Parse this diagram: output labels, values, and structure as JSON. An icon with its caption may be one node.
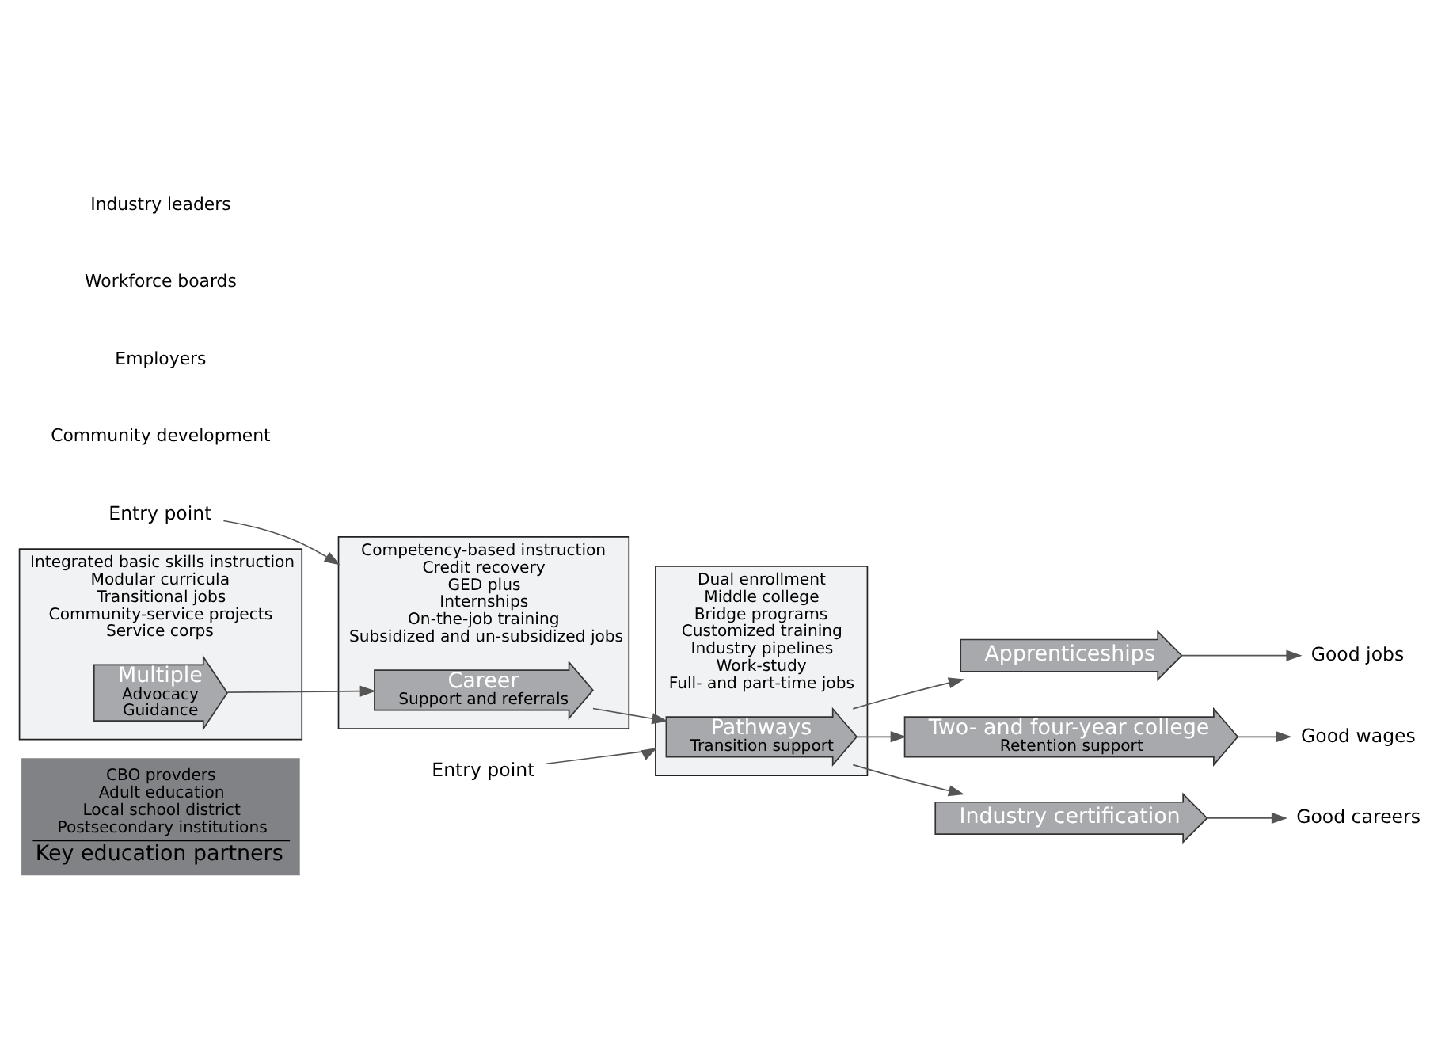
{
  "diagram": {
    "nodes": [
      {
        "text": [
          "CBO provders",
          "Adult education",
          "Local school district",
          "Postsecondary institutions",
          "Key education partners"
        ]
      },
      {
        "text": [
          "Entry point"
        ]
      },
      {
        "text": [
          "Entry point"
        ]
      },
      {
        "text": [
          "Integrated basic skills instruction",
          "Modular curricula",
          "Transitional jobs",
          "Community-service projects",
          "Service corps"
        ]
      },
      {
        "text": [
          "Multiple",
          "Advocacy",
          "Guidance"
        ],
        "in": 3
      },
      {
        "text": [
          "Competency-based instruction",
          "Credit recovery",
          "GED plus",
          "Internships",
          "On-the-job training",
          "Subsidized and un-subsidized jobs"
        ]
      },
      {
        "text": [
          "Career",
          "Support and referrals"
        ],
        "in": 5
      },
      {
        "text": [
          "Dual enrollment",
          "Middle college",
          "Bridge programs",
          "Customized training",
          "Industry pipelines",
          "Work-study",
          "Full- and part-time jobs"
        ]
      },
      {
        "text": [
          "Pathways",
          "Transition support"
        ],
        "in": 7
      },
      {
        "text": [
          "Apprenticeships"
        ]
      },
      {
        "text": [
          "Two- and four-year college",
          "Retention support"
        ]
      },
      {
        "text": [
          "Industry certification"
        ]
      },
      {
        "text": [
          "Good jobs"
        ]
      },
      {
        "text": [
          "Good wages"
        ]
      },
      {
        "text": [
          "Good careers"
        ]
      }
    ],
    "edges": [
      {
        "from": 1,
        "to": 5,
        "arrow": "to"
      },
      {
        "from": 2,
        "to": 7,
        "arrow": "to"
      },
      {
        "from": 4,
        "to": 6,
        "arrow": "to"
      },
      {
        "from": 6,
        "to": 8,
        "arrow": "to"
      },
      {
        "from": 8,
        "to": 9,
        "arrow": "to"
      },
      {
        "from": 8,
        "to": 10,
        "arrow": "to"
      },
      {
        "from": 8,
        "to": 11,
        "arrow": "to"
      },
      {
        "from": 9,
        "to": 12,
        "arrow": "to"
      },
      {
        "from": 10,
        "to": 13,
        "arrow": "to"
      },
      {
        "from": 11,
        "to": 14,
        "arrow": "to"
      }
    ],
    "labels": [
      "Community development",
      "Employers",
      "Workforce boards",
      "Industry leaders"
    ]
  }
}
